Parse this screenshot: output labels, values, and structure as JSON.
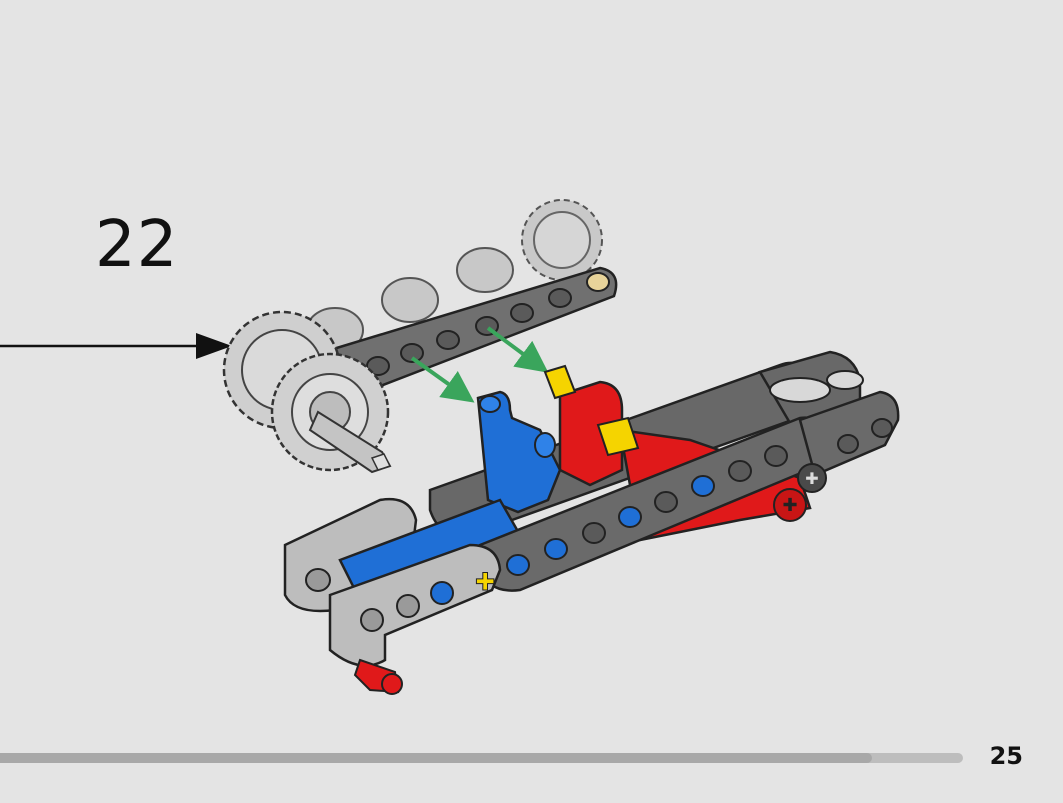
{
  "step": {
    "number": "22"
  },
  "page": {
    "number": "25"
  },
  "progress": {
    "fraction": 0.906
  },
  "illustration": {
    "icons": [
      "callout-arrow-icon",
      "green-placement-arrow-icon"
    ],
    "parts": [
      "gray-beam-with-gears",
      "gear-16-tooth",
      "gear-24-tooth",
      "cross-axle",
      "blue-connector",
      "red-connector",
      "yellow-axle-pin",
      "red-pin",
      "dark-gray-liftarm",
      "light-gray-liftarm"
    ],
    "colors": {
      "background": "#e4e4e4",
      "dark_gray": "#6b6b6b",
      "light_gray": "#b9b9b9",
      "blue": "#1f6fd6",
      "red": "#e0191a",
      "yellow": "#f5d400",
      "green_arrow": "#3aa55c"
    }
  }
}
